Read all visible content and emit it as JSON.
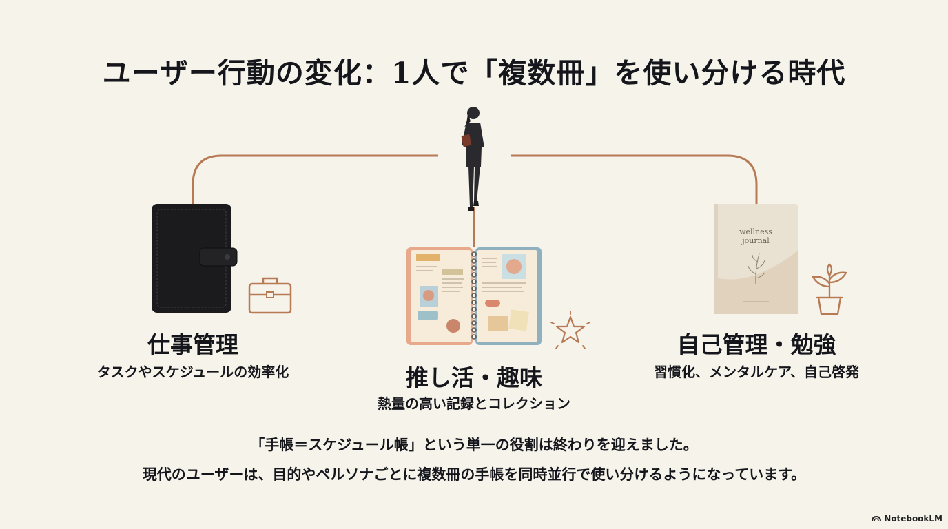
{
  "title": "ユーザー行動の変化：1人で「複数冊」を使い分ける時代",
  "items": {
    "work": {
      "title": "仕事管理",
      "subtitle": "タスクやスケジュールの効率化"
    },
    "hobby": {
      "title": "推し活・趣味",
      "subtitle": "熱量の高い記録とコレクション"
    },
    "self": {
      "title": "自己管理・勉強",
      "subtitle": "習慣化、メンタルケア、自己啓発"
    }
  },
  "journal_cover": {
    "line1": "wellness",
    "line2": "journal"
  },
  "caption": {
    "line1": "「手帳＝スケジュール帳」という単一の役割は終わりを迎えました。",
    "line2": "現代のユーザーは、目的やペルソナごとに複数冊の手帳を同時並行で使い分けるようになっています。"
  },
  "brand": "NotebookLM",
  "icons": [
    "person-icon",
    "briefcase-icon",
    "star-icon",
    "plant-icon",
    "notebooklm-logo-icon"
  ],
  "colors": {
    "background": "#f5f3ea",
    "connector": "#b77a55",
    "text": "#15161c"
  }
}
